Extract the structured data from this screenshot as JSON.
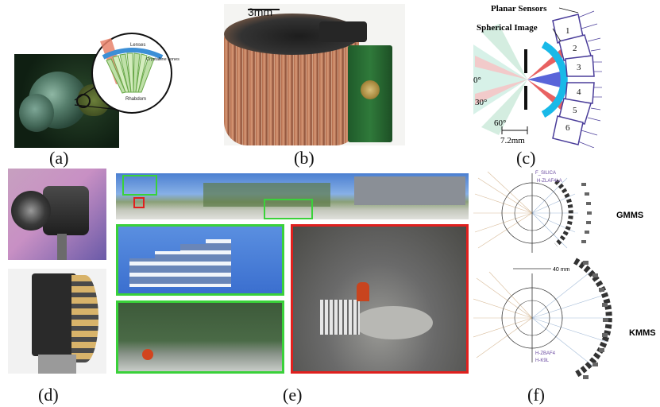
{
  "panels": {
    "a": {
      "caption": "(a)",
      "inset_labels": {
        "lenses": "Lenses",
        "cones": "Crystalline cones",
        "rhabdom": "Rhabdom"
      }
    },
    "b": {
      "caption": "(b)",
      "scale_bar": "3mm"
    },
    "c": {
      "caption": "(c)",
      "planar_sensors": "Planar Sensors",
      "spherical_image": "Spherical Image",
      "angles": [
        "0°",
        "30°",
        "60°"
      ],
      "sensor_numbers": [
        "1",
        "2",
        "3",
        "4",
        "5",
        "6"
      ],
      "dimension": "7.2mm"
    },
    "d": {
      "caption": "(d)"
    },
    "e": {
      "caption": "(e)"
    },
    "f": {
      "caption": "(f)",
      "gmms_label": "GMMS",
      "kmms_label": "KMMS",
      "glass_top_1": "F_SILICA",
      "glass_top_2": "H-ZLAF4LA",
      "scale": "40 mm",
      "glass_bottom_1": "H-ZBAF4",
      "glass_bottom_2": "H-K9L"
    }
  },
  "colors": {
    "highlight_green": "#3ad13a",
    "highlight_red": "#e0201e",
    "sensor_purple": "#4a3d9a",
    "cyan": "#19b9e8"
  }
}
